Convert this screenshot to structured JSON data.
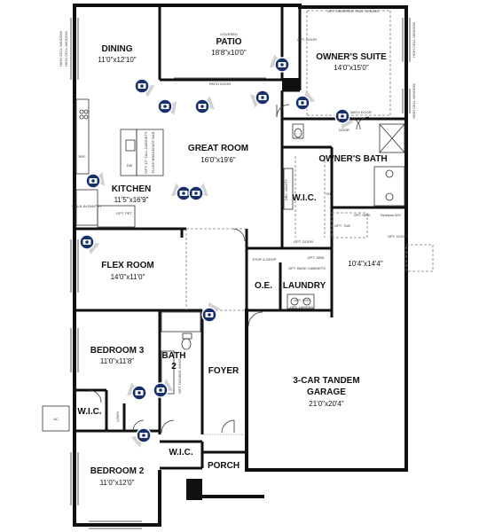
{
  "rooms": {
    "dining": {
      "name": "DINING",
      "dim": "11'0\"x12'10\""
    },
    "patio": {
      "sub": "COVERED",
      "name": "PATIO",
      "dim": "18'8\"x10'0\""
    },
    "owners_suite": {
      "name": "OWNER'S SUITE",
      "dim": "14'0\"x15'0\""
    },
    "great_room": {
      "name": "GREAT ROOM",
      "dim": "16'0\"x19'6\""
    },
    "kitchen": {
      "name": "KITCHEN",
      "dim": "11'5\"x16'9\""
    },
    "owners_bath": {
      "name": "OWNER'S BATH"
    },
    "wic_main": {
      "name": "W.I.C."
    },
    "flex_room": {
      "name": "FLEX ROOM",
      "dim": "14'0\"x11'0\""
    },
    "oe": {
      "name": "O.E."
    },
    "laundry": {
      "name": "LAUNDRY"
    },
    "garage_ext": {
      "dim": "10'4\"x14'4\""
    },
    "bedroom3": {
      "name": "BEDROOM 3",
      "dim": "11'0\"x11'8\""
    },
    "bath2": {
      "name": "BATH",
      "num": "2"
    },
    "foyer": {
      "name": "FOYER"
    },
    "garage": {
      "name": "3-CAR TANDEM",
      "name2": "GARAGE",
      "dim": "21'0\"x20'4\""
    },
    "wic_b3": {
      "name": "W.I.C."
    },
    "wic_b2": {
      "name": "W.I.C."
    },
    "bedroom2": {
      "name": "BEDROOM 2",
      "dim": "11'0\"x12'0\""
    },
    "porch": {
      "name": "PORCH"
    },
    "ac": {
      "name": "AC"
    }
  },
  "notes": {
    "dropped_tray": "OPT. DROPPED TRAY CEILING",
    "patio_door": "PATIO DOOR",
    "opt_door": "OPT. DOOR",
    "opt_bath_door": "OPT. BATH DOOR",
    "door": "DOOR",
    "walk_in_pantry": "WALK-IN PANTRY",
    "opt_pet": "OPT. PET",
    "dw": "DW",
    "fridge": "REF.",
    "opt_cabinets": "OPT. 12\" TALL CABINETS",
    "flush_bar": "FLUSH BREAKFAST BAR",
    "dbl_vanity": "DBL. VANITY",
    "sh": "SH",
    "opt_tub": "OPT. TUB",
    "opt_sink": "OPT. SINK",
    "opt_door_2": "OPT. DOOR",
    "tankless": "Tankless WH",
    "opt_door_3": "OPT. DOOR",
    "drop_zone": "STOP & DROP",
    "opt_base_cabinets": "OPT. BASE CABINETS",
    "opt_sink_2": "OPT. SINK",
    "opt_wd": "OPT. W/D",
    "opt_uppers": "OPT. UPPERS",
    "opt_double_sinks": "OPT. DOUBLE SINKS",
    "linen": "LINEN",
    "high_cell_window_left_a": "HIGH CELL WINDOW",
    "high_cell_window_left_b": "HIGH CELL WINDOW",
    "high_cell_window_right_a": "HIGH CELL WINDOW",
    "high_cell_window_right_b": "HIGH CELL WINDOW"
  },
  "colors": {
    "camera": "#17306b",
    "wall": "#111111",
    "fov": "#c9c9c9"
  },
  "camera_icon": "camera-icon"
}
